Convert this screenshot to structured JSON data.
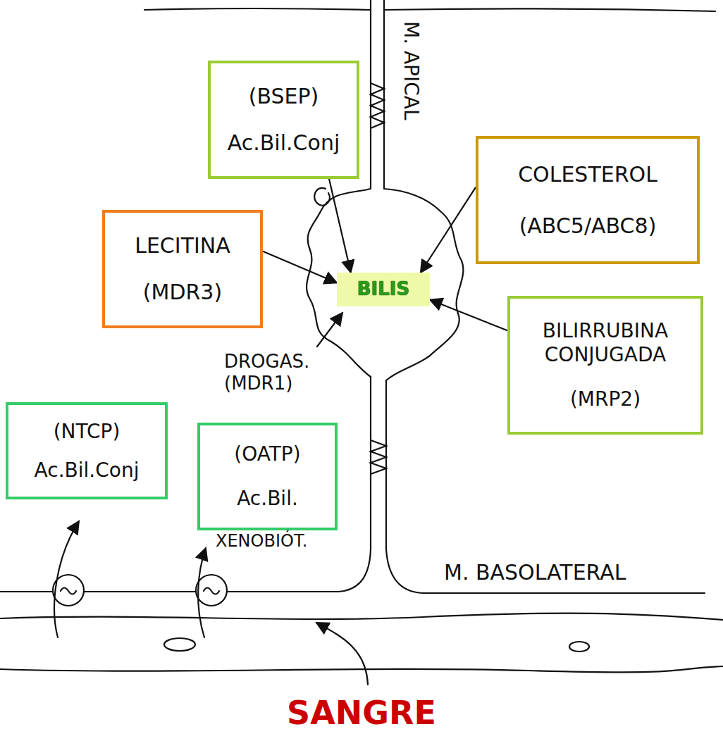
{
  "diagram": {
    "nodes": [
      {
        "text": [
          "(BSEP)",
          "Ac.Bil.Conj"
        ]
      },
      {
        "text": [
          "COLESTEROL",
          "(ABC5/ABC8)"
        ]
      },
      {
        "text": [
          "LECITINA",
          "(MDR3)"
        ]
      },
      {
        "text": [
          "BILIS"
        ]
      },
      {
        "text": [
          "BILIRRUBINA CONJUGADA",
          "(MRP2)"
        ]
      },
      {
        "text": [
          "(NTCP)",
          "Ac.Bil.Conj"
        ]
      },
      {
        "text": [
          "(OATP)",
          "Ac.Bil."
        ]
      }
    ],
    "edges": [
      {
        "from": 0,
        "to": 3,
        "arrow": "to"
      },
      {
        "from": 2,
        "to": 3,
        "arrow": "to"
      },
      {
        "from": 1,
        "to": 3,
        "arrow": "to"
      },
      {
        "from": 4,
        "to": 3,
        "arrow": "to"
      }
    ],
    "labels": [
      "M. APICAL",
      "DROGAS. (MDR1)",
      "XENOBIÓT.",
      "M. BASOLATERAL",
      "SANGRE"
    ]
  }
}
